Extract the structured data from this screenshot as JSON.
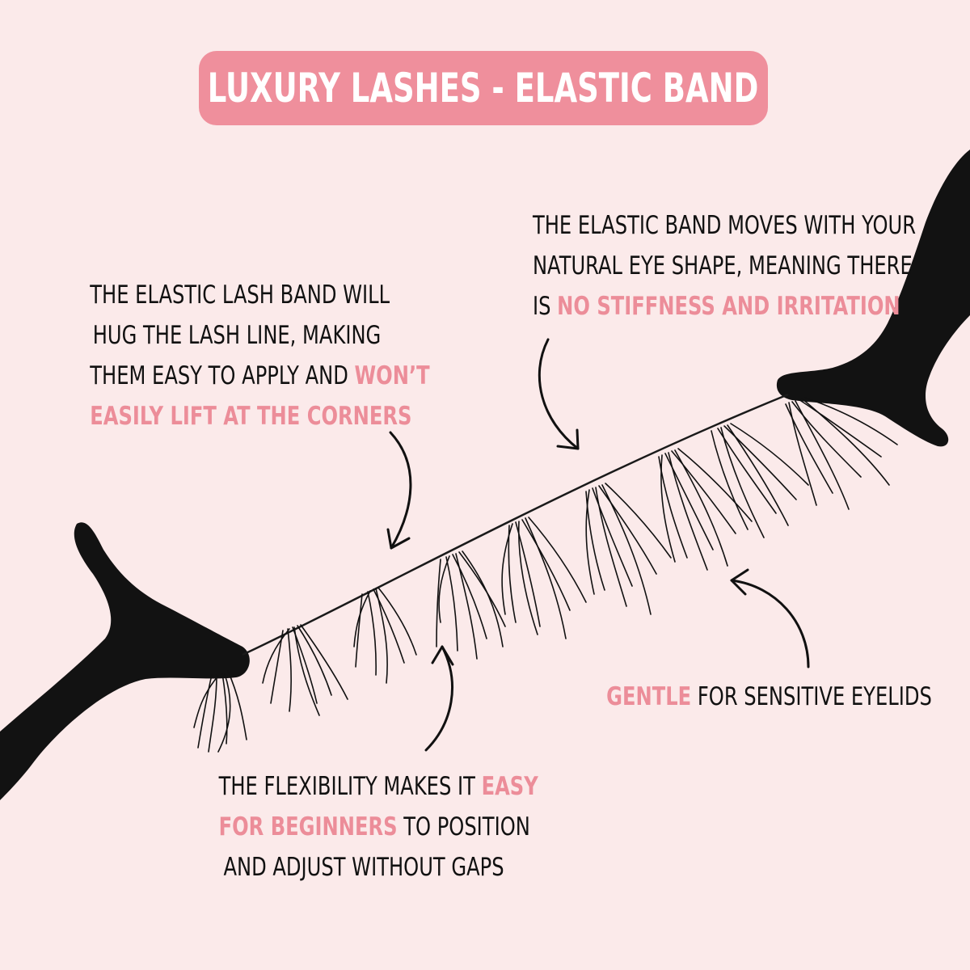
{
  "title": "LUXURY LASHES - ELASTIC BAND",
  "callout_top_right": {
    "line1": "THE ELASTIC BAND MOVES WITH YOUR",
    "line2": "NATURAL EYE SHAPE, MEANING THERE",
    "line3_prefix": "IS ",
    "line3_highlight": "NO STIFFNESS AND IRRITATION"
  },
  "callout_top_left": {
    "line1": "THE ELASTIC LASH BAND WILL",
    "line2": "HUG THE LASH LINE, MAKING",
    "line3_prefix": "THEM EASY TO APPLY AND ",
    "line3_highlight": "WON’T",
    "line4_highlight": "EASILY LIFT AT THE CORNERS"
  },
  "callout_bottom_right": {
    "highlight": "GENTLE",
    "suffix": " FOR SENSITIVE EYELIDS"
  },
  "callout_bottom_center": {
    "line1_prefix": "THE FLEXIBILITY MAKES IT ",
    "line1_highlight": "EASY",
    "line2_highlight": "FOR BEGINNERS",
    "line2_suffix": " TO POSITION",
    "line3": "AND ADJUST WITHOUT GAPS"
  },
  "colors": {
    "background": "#fbeaea",
    "accent": "#ef8f9c",
    "highlight_text": "#ec8d99",
    "body_text": "#111111",
    "holder": "#121212"
  }
}
